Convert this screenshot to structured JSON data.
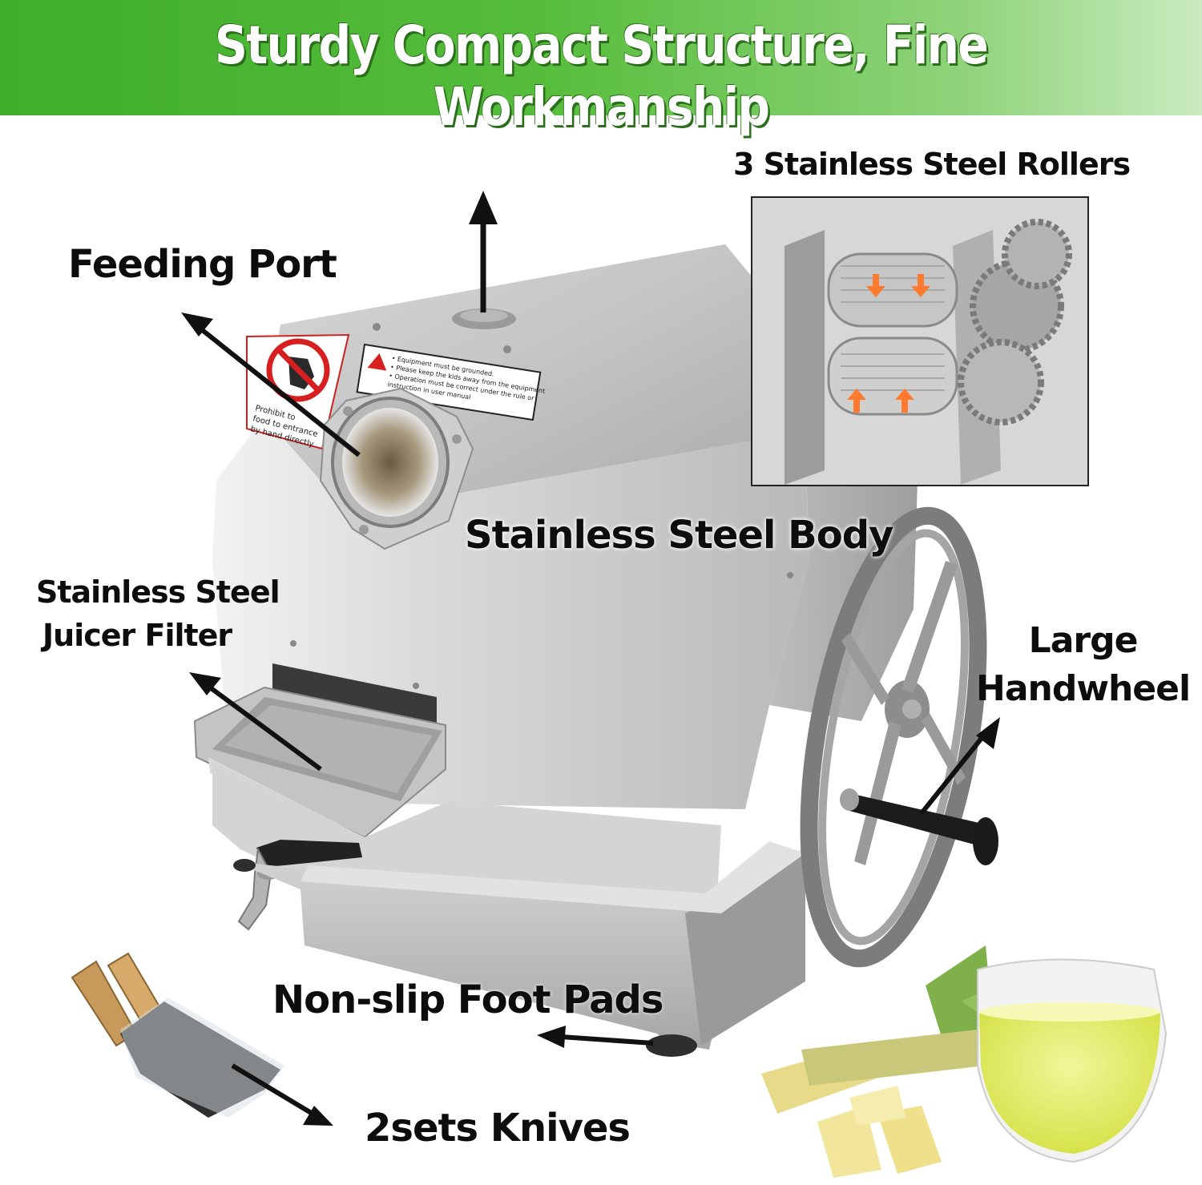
{
  "banner": {
    "title": "Sturdy Compact Structure, Fine Workmanship",
    "color": "#46b02e"
  },
  "labels": {
    "feeding_port": "Feeding Port",
    "rollers": "3 Stainless Steel Rollers",
    "body": "Stainless Steel Body",
    "filter_line1": "Stainless Steel",
    "filter_line2": "Juicer Filter",
    "handwheel_line1": "Large",
    "handwheel_line2": "Handwheel",
    "foot_pads": "Non-slip Foot Pads",
    "knives": "2sets Knives"
  },
  "warning_sticker": {
    "lines": [
      "• Equipment must be grounded.",
      "• Please keep the kids away from the equipment",
      "• Operation must be correct under the rule or",
      "instruction in user manual"
    ]
  },
  "prohibit_sticker": {
    "lines": [
      "Prohibit to",
      "food to entrance",
      "by hand directly"
    ]
  },
  "icons": [
    "prohibit-hand-icon",
    "warning-triangle-icon",
    "arrow-icon"
  ]
}
